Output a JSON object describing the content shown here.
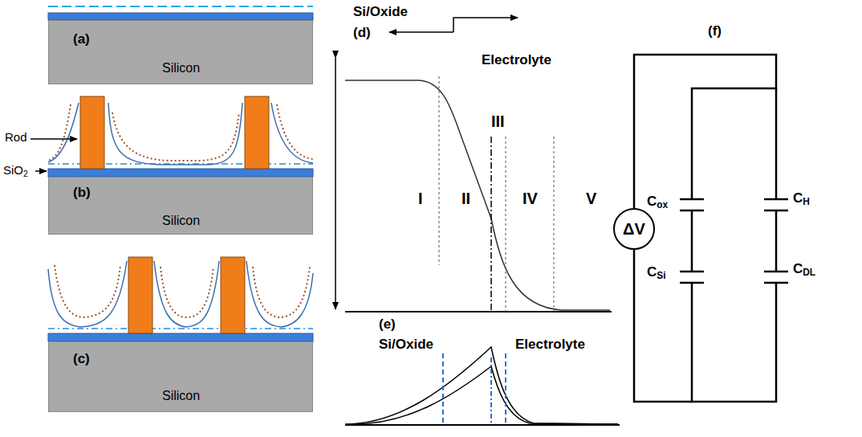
{
  "diagram": {
    "nodes": [
      {
        "text": [
          "(a)",
          "Silicon"
        ]
      },
      {
        "text": [
          "(b)",
          "Silicon"
        ]
      },
      {
        "text": [
          "(c)",
          "Silicon"
        ]
      },
      {
        "text": [
          "ΔV"
        ]
      }
    ],
    "labels": [
      "Rod",
      "SiO2",
      "(d)",
      "Si/Oxide",
      "Electrolyte",
      "I",
      "II",
      "III",
      "IV",
      "V",
      "Si/Oxide",
      "Electrolyte",
      "(e)",
      "(f)",
      "Cox",
      "CSi",
      "CH",
      "CDL"
    ]
  }
}
